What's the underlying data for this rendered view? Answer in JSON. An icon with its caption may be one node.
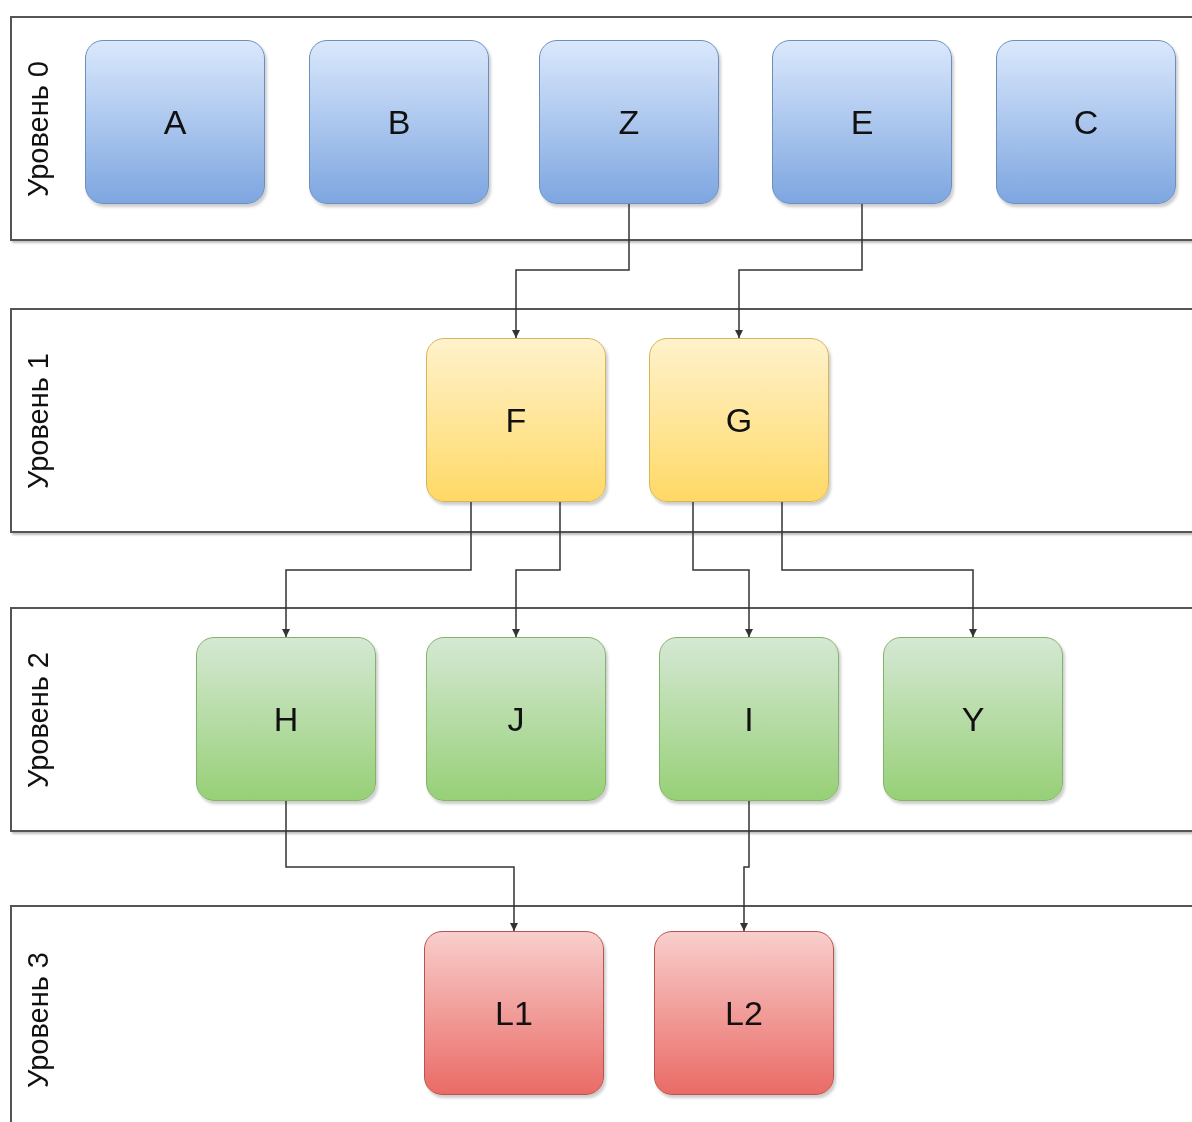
{
  "diagram": {
    "nodes": [
      {
        "text": [
          "Уровень 0"
        ]
      },
      {
        "text": [
          "A"
        ],
        "in": 0
      },
      {
        "text": [
          "B"
        ],
        "in": 0
      },
      {
        "text": [
          "Z"
        ],
        "in": 0
      },
      {
        "text": [
          "E"
        ],
        "in": 0
      },
      {
        "text": [
          "C"
        ],
        "in": 0
      },
      {
        "text": [
          "Уровень 1"
        ]
      },
      {
        "text": [
          "F"
        ],
        "in": 6
      },
      {
        "text": [
          "G"
        ],
        "in": 6
      },
      {
        "text": [
          "Уровень 2"
        ]
      },
      {
        "text": [
          "H"
        ],
        "in": 9
      },
      {
        "text": [
          "J"
        ],
        "in": 9
      },
      {
        "text": [
          "I"
        ],
        "in": 9
      },
      {
        "text": [
          "Y"
        ],
        "in": 9
      },
      {
        "text": [
          "Уровень 3"
        ]
      },
      {
        "text": [
          "L1"
        ],
        "in": 14
      },
      {
        "text": [
          "L2"
        ],
        "in": 14
      }
    ],
    "edges": [
      {
        "from": 3,
        "to": 7,
        "arrow": "to"
      },
      {
        "from": 4,
        "to": 8,
        "arrow": "to"
      },
      {
        "from": 7,
        "to": 10,
        "arrow": "to"
      },
      {
        "from": 7,
        "to": 11,
        "arrow": "to"
      },
      {
        "from": 8,
        "to": 12,
        "arrow": "to"
      },
      {
        "from": 8,
        "to": 13,
        "arrow": "to"
      },
      {
        "from": 10,
        "to": 15,
        "arrow": "to"
      },
      {
        "from": 12,
        "to": 16,
        "arrow": "to"
      }
    ]
  }
}
